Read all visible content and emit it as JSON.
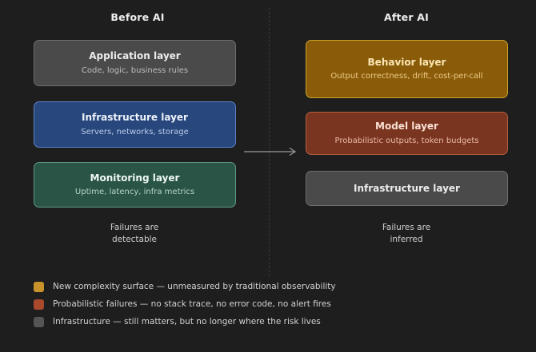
{
  "columns": {
    "left": {
      "title": "Before AI",
      "caption_line1": "Failures are",
      "caption_line2": "detectable",
      "layers": [
        {
          "title": "Application layer",
          "subtitle": "Code, logic, business rules"
        },
        {
          "title": "Infrastructure layer",
          "subtitle": "Servers, networks, storage"
        },
        {
          "title": "Monitoring layer",
          "subtitle": "Uptime, latency, infra metrics"
        }
      ]
    },
    "right": {
      "title": "After AI",
      "caption_line1": "Failures are",
      "caption_line2": "inferred",
      "layers": [
        {
          "title": "Behavior layer",
          "subtitle": "Output correctness, drift, cost-per-call"
        },
        {
          "title": "Model layer",
          "subtitle": "Probabilistic outputs, token budgets"
        },
        {
          "title": "Infrastructure layer",
          "subtitle": ""
        }
      ]
    }
  },
  "arrow": {
    "icon": "right-arrow-icon",
    "color": "#9a9a9a"
  },
  "legend": {
    "items": [
      {
        "color": "#c9922a",
        "text": "New complexity surface — unmeasured by traditional observability"
      },
      {
        "color": "#a8492b",
        "text": "Probabilistic failures — no stack trace, no error code, no alert fires"
      },
      {
        "color": "#555555",
        "text": "Infrastructure — still matters, but no longer where the risk lives"
      }
    ]
  },
  "theme": {
    "background": "#1e1e1e",
    "divider": "#3a3a3a",
    "box_gray": "#4a4a4a",
    "box_blue": "#27477d",
    "box_green": "#2a5546",
    "box_amber": "#8a5c09",
    "box_brown": "#7a3520"
  }
}
